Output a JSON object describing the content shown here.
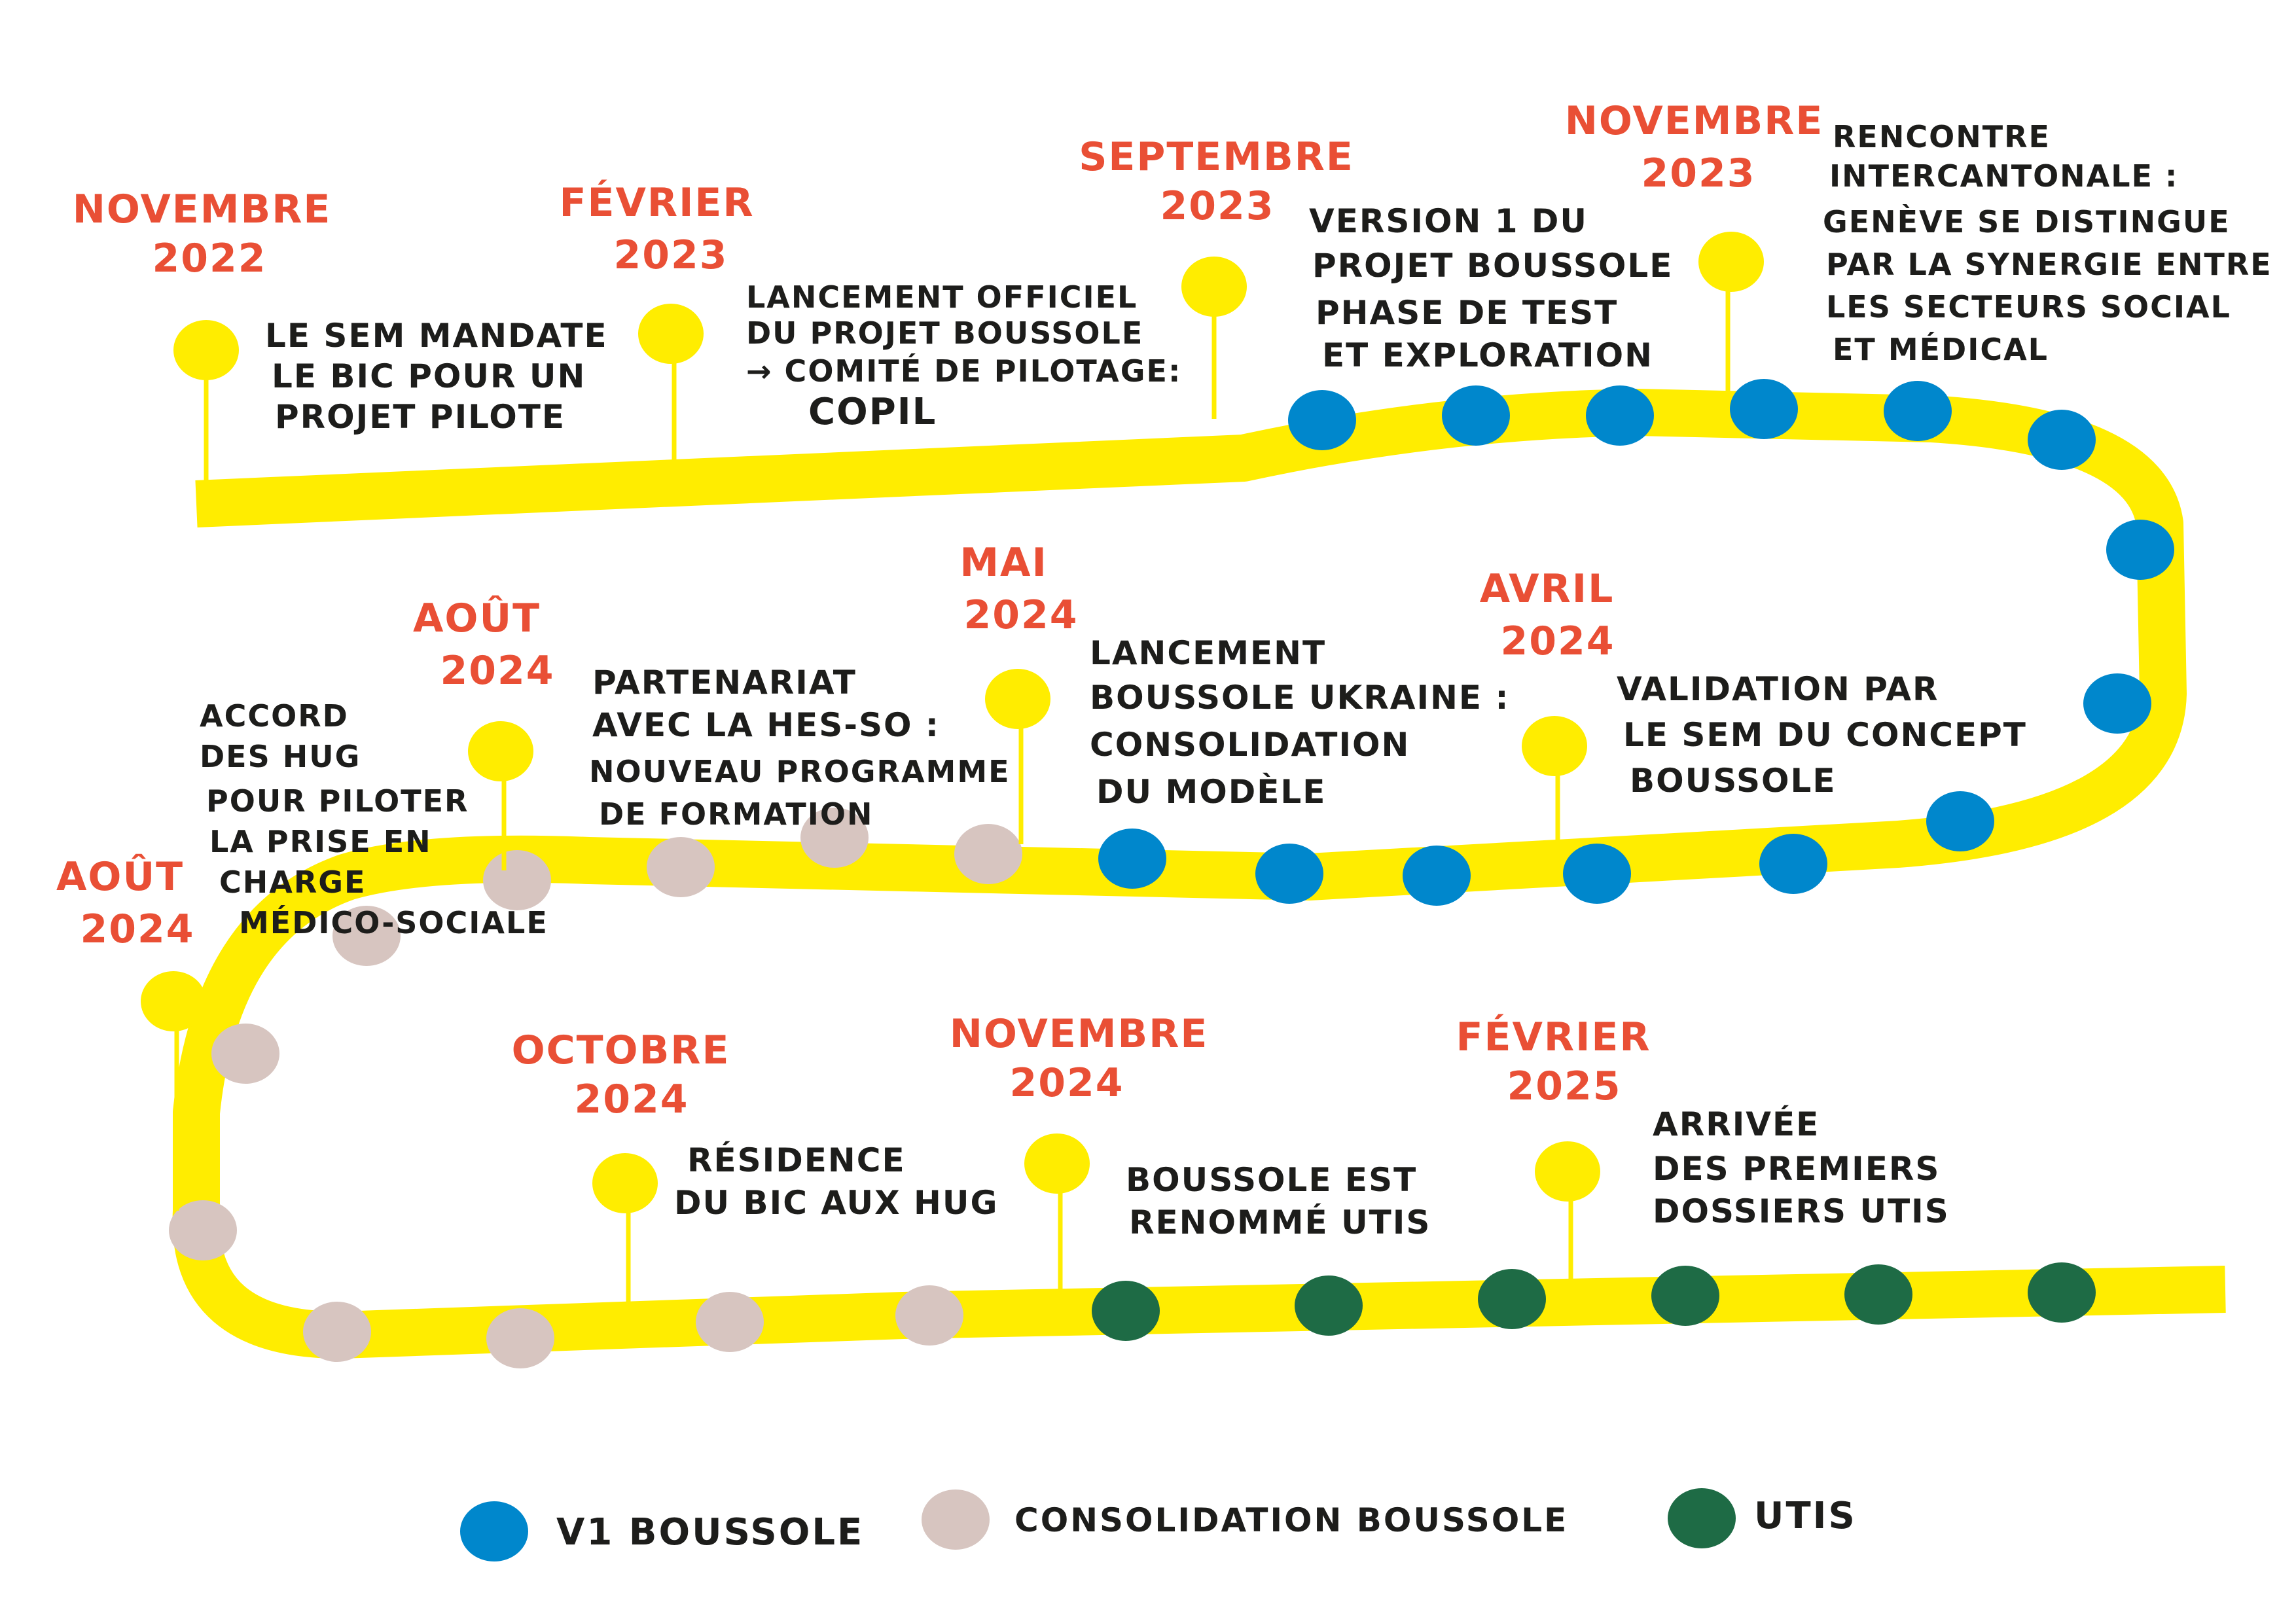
{
  "colors": {
    "track": "#ffed00",
    "date": "#e94f35",
    "text": "#1d1d1b",
    "v1": "#0087cc",
    "consolidation": "#d7c5c0",
    "utis": "#1e6b45",
    "pin": "#ffed00"
  },
  "milestones": [
    {
      "date_lines": [
        "NOVEMBRE",
        "2022"
      ],
      "label_lines": [
        "LE SEM MANDATE",
        "LE BIC POUR UN",
        "PROJET PILOTE"
      ]
    },
    {
      "date_lines": [
        "FÉVRIER",
        "2023"
      ],
      "label_lines": [
        "LANCEMENT OFFICIEL",
        "DU PROJET BOUSSOLE",
        "→ COMITÉ DE PILOTAGE:",
        "COPIL"
      ]
    },
    {
      "date_lines": [
        "SEPTEMBRE",
        "2023"
      ],
      "label_lines": [
        "VERSION 1 DU",
        "PROJET BOUSSOLE",
        "PHASE DE TEST",
        "ET EXPLORATION"
      ]
    },
    {
      "date_lines": [
        "NOVEMBRE",
        "2023"
      ],
      "label_lines": [
        "RENCONTRE",
        "INTERCANTONALE :",
        "GENÈVE SE DISTINGUE",
        "PAR LA SYNERGIE ENTRE",
        "LES SECTEURS SOCIAL",
        "ET MÉDICAL"
      ]
    },
    {
      "date_lines": [
        "AVRIL",
        "2024"
      ],
      "label_lines": [
        "VALIDATION PAR",
        "LE SEM DU CONCEPT",
        "BOUSSOLE"
      ]
    },
    {
      "date_lines": [
        "MAI",
        "2024"
      ],
      "label_lines": [
        "LANCEMENT",
        "BOUSSOLE UKRAINE :",
        "CONSOLIDATION",
        "DU MODÈLE"
      ]
    },
    {
      "date_lines": [
        "AOÛT",
        "2024"
      ],
      "label_lines": [
        "PARTENARIAT",
        "AVEC LA HES-SO :",
        "NOUVEAU PROGRAMME",
        "DE FORMATION"
      ]
    },
    {
      "date_lines": [
        "AOÛT",
        "2024"
      ],
      "label_lines": [
        "ACCORD",
        "DES HUG",
        "POUR PILOTER",
        "LA PRISE EN",
        "CHARGE",
        "MÉDICO-SOCIALE"
      ]
    },
    {
      "date_lines": [
        "OCTOBRE",
        "2024"
      ],
      "label_lines": [
        "RÉSIDENCE",
        "DU BIC AUX HUG"
      ]
    },
    {
      "date_lines": [
        "NOVEMBRE",
        "2024"
      ],
      "label_lines": [
        "BOUSSOLE EST",
        "RENOMMÉ UTIS"
      ]
    },
    {
      "date_lines": [
        "FÉVRIER",
        "2025"
      ],
      "label_lines": [
        "ARRIVÉE",
        "DES PREMIERS",
        "DOSSIERS UTIS"
      ]
    }
  ],
  "dot_phases": {
    "v1": 15,
    "consolidation": 11,
    "utis": 6
  },
  "legend": [
    {
      "key": "v1",
      "label": "V1 BOUSSOLE"
    },
    {
      "key": "consolidation",
      "label": "CONSOLIDATION BOUSSOLE"
    },
    {
      "key": "utis",
      "label": "UTIS"
    }
  ]
}
